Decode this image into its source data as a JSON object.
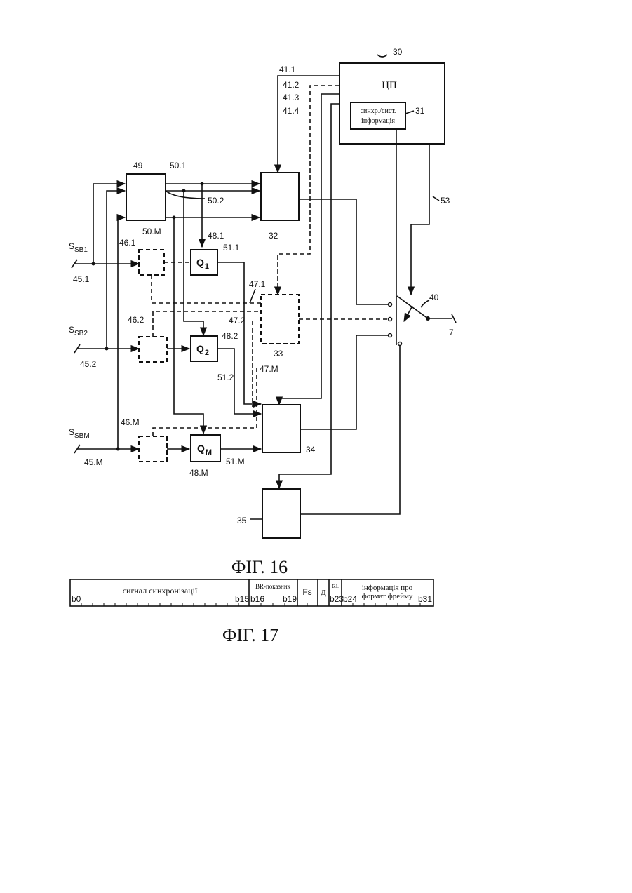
{
  "fig16": {
    "caption": "ФІГ. 16",
    "cpu": {
      "ref": "30",
      "title": "ЦП"
    },
    "sync_block": {
      "ref": "31",
      "line1": "синхр./сист.",
      "line2": "інформація"
    },
    "control_lines": [
      "41.1",
      "41.2",
      "41.3",
      "41.4"
    ],
    "block_49": "49",
    "lines_50": [
      "50.1",
      "50.2",
      "50.M"
    ],
    "encoders": [
      "32",
      "33",
      "34",
      "35"
    ],
    "switch": {
      "ref": "40",
      "output": "7"
    },
    "line_53": "53",
    "inputs": [
      {
        "signal_main": "S",
        "signal_sub": "SB1",
        "terminal": "45.1",
        "dashed_block": "46.1",
        "quantizer_main": "Q",
        "quantizer_sub": "1",
        "quantizer_ref": "48.1",
        "out_line": "51.1",
        "dashed_line": "47.1"
      },
      {
        "signal_main": "S",
        "signal_sub": "SB2",
        "terminal": "45.2",
        "dashed_block": "46.2",
        "quantizer_main": "Q",
        "quantizer_sub": "2",
        "quantizer_ref": "48.2",
        "out_line": "51.2",
        "dashed_line": "47.2"
      },
      {
        "signal_main": "S",
        "signal_sub": "SBM",
        "terminal": "45.M",
        "dashed_block": "46.M",
        "quantizer_main": "Q",
        "quantizer_sub": "M",
        "quantizer_ref": "48.M",
        "out_line": "51.M",
        "dashed_line": "47.M"
      }
    ]
  },
  "fig17": {
    "caption": "ФІГ. 17",
    "fields": [
      {
        "label": "сигнал синхронізації",
        "bit_start": "b0",
        "bit_end": "b15"
      },
      {
        "label": "BR-показник",
        "bit_start": "b16",
        "bit_end": "b19"
      },
      {
        "label": "Fs"
      },
      {
        "label": "Д"
      },
      {
        "label": "Б.І.",
        "bit_end": "b23"
      },
      {
        "label_line1": "інформація про",
        "label_line2": "формат фрейму",
        "bit_start": "b24",
        "bit_end": "b31"
      }
    ]
  }
}
